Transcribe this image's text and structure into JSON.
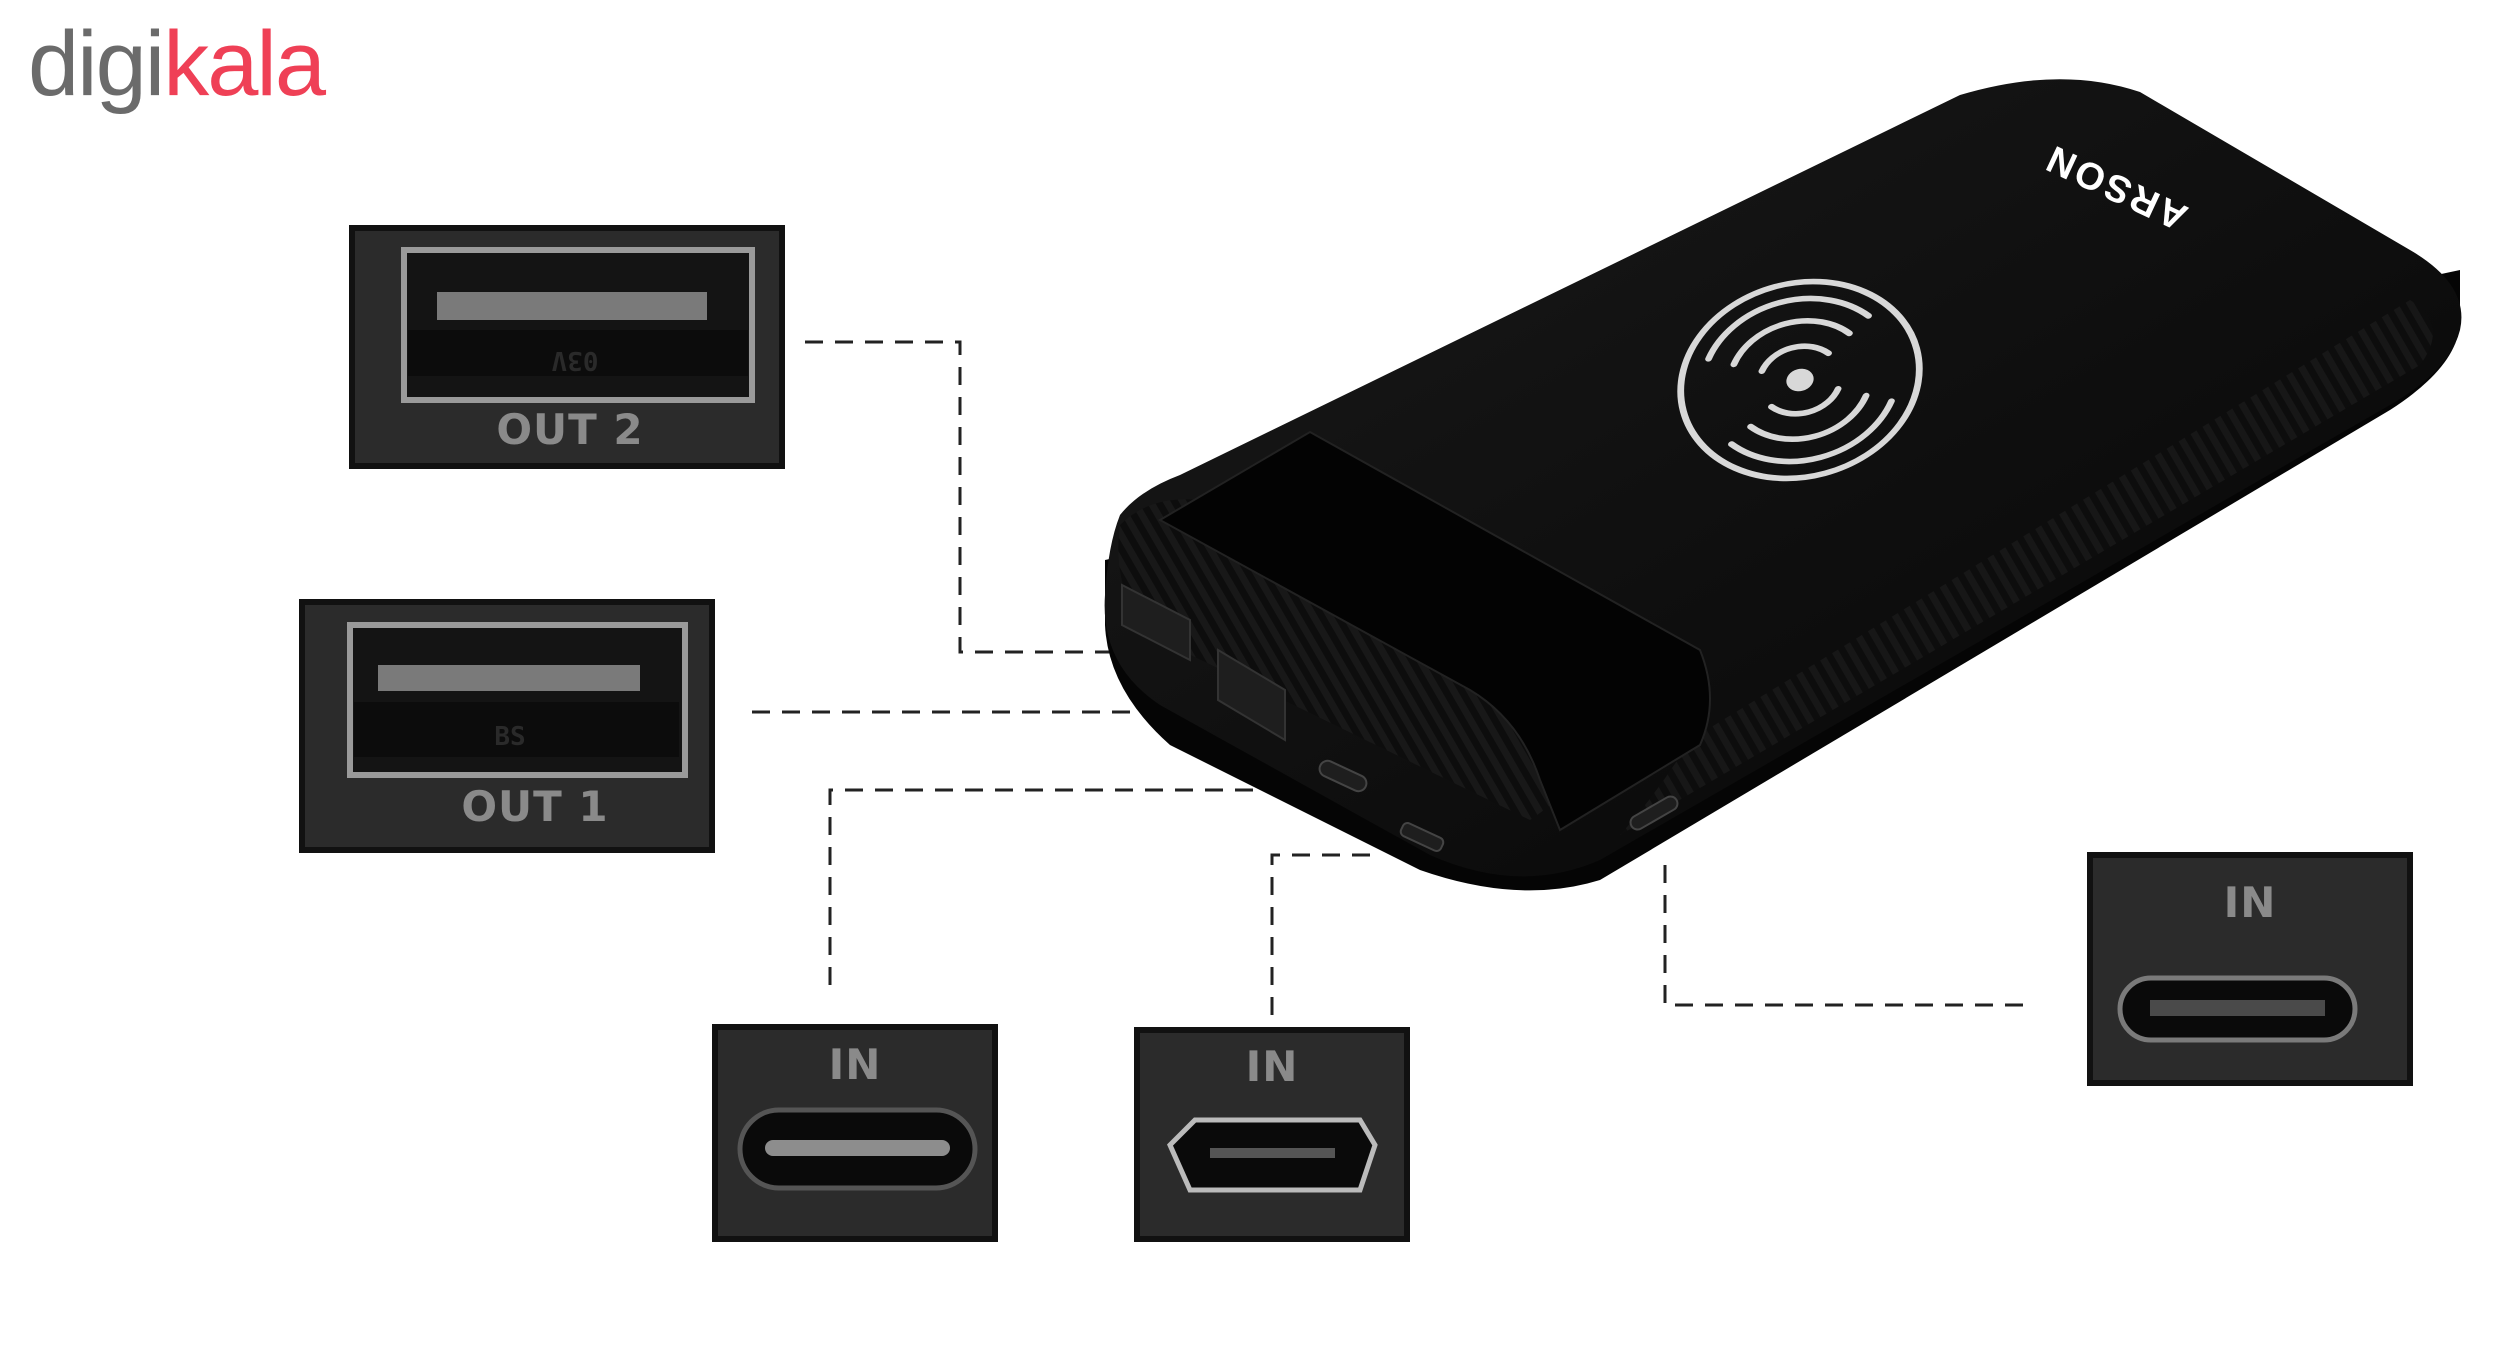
{
  "logo": {
    "part1": "digi",
    "part2": "kala",
    "accent": "#ef4056",
    "gray": "#6b6b6b"
  },
  "device": {
    "brand": "ARSON",
    "icon": "wireless-charging-icon"
  },
  "ports": [
    {
      "id": "out2",
      "label": "OUT 2",
      "marking": "03V",
      "type": "usb-a"
    },
    {
      "id": "out1",
      "label": "OUT 1",
      "marking": "BS",
      "type": "usb-a"
    },
    {
      "id": "in-usbc",
      "label": "IN",
      "type": "usb-c"
    },
    {
      "id": "in-micro",
      "label": "IN",
      "type": "micro-usb"
    },
    {
      "id": "in-lightning",
      "label": "IN",
      "type": "lightning"
    }
  ],
  "colors": {
    "panel": "#2b2b2b",
    "frame": "#111111",
    "device": "#0c0c0c",
    "label": "#8a8a8a"
  }
}
